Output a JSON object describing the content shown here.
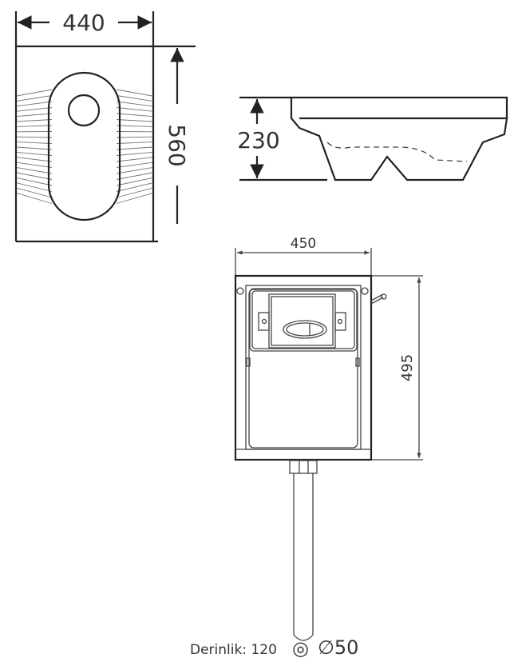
{
  "plan_view": {
    "width_label": "440",
    "length_label": "560"
  },
  "side_view": {
    "height_label": "230"
  },
  "cistern": {
    "width_label": "450",
    "height_label": "495"
  },
  "footer": {
    "depth_label": "Derinlik: 120",
    "pipe_symbol": "◎",
    "diameter_label": "∅50"
  }
}
